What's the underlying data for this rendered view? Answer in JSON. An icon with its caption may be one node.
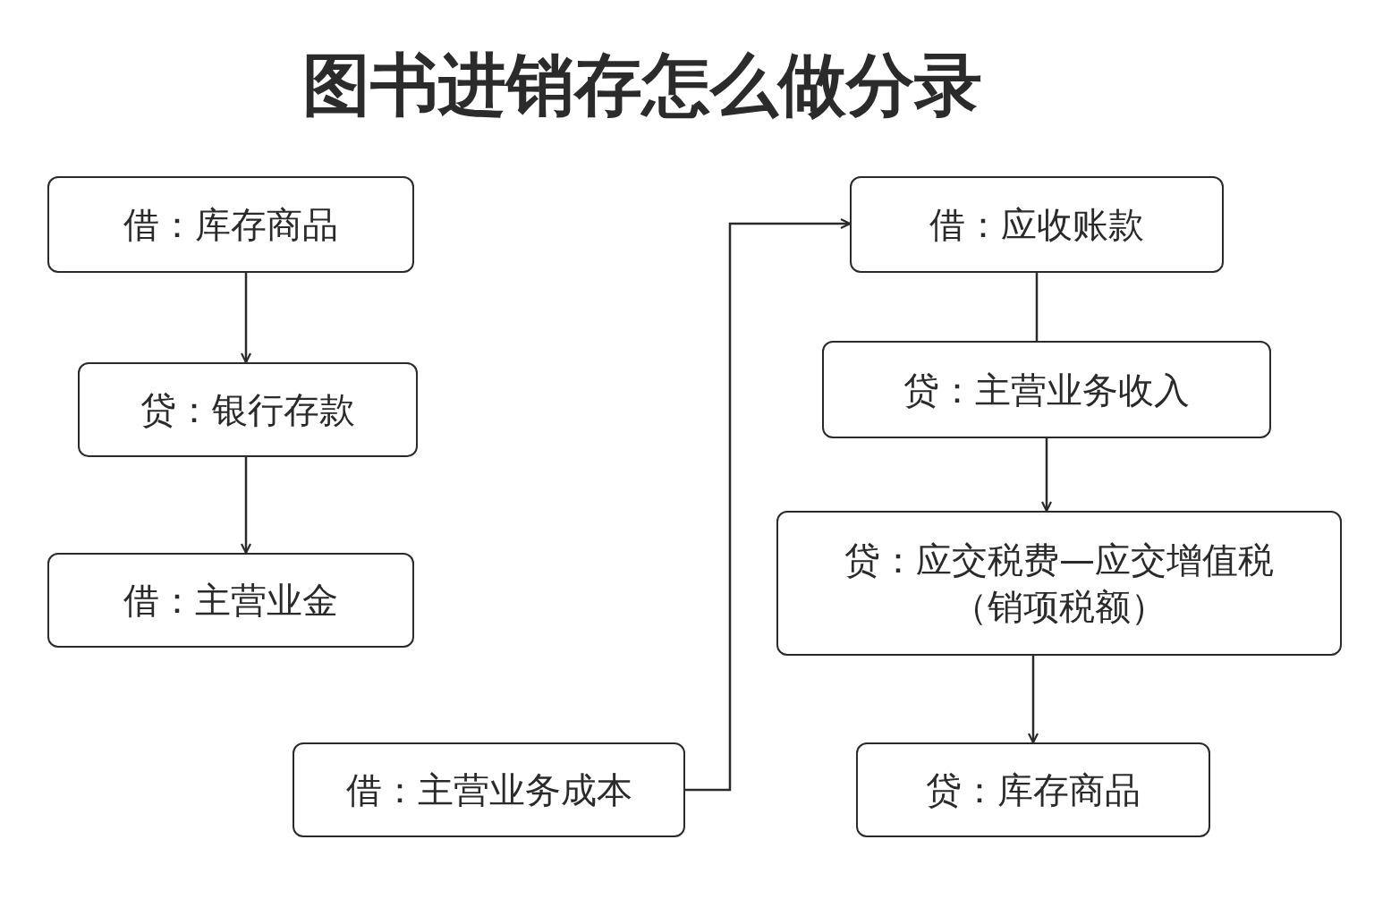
{
  "diagram": {
    "title": "图书进销存怎么做分录",
    "nodes": [
      {
        "text": [
          "借：库存商品"
        ]
      },
      {
        "text": [
          "贷：银行存款"
        ]
      },
      {
        "text": [
          "借：主营业金"
        ]
      },
      {
        "text": [
          "借：应收账款"
        ]
      },
      {
        "text": [
          "贷：主营业务收入"
        ]
      },
      {
        "text": [
          "贷：应交税费—应交增值税（销项税额）"
        ]
      },
      {
        "text": [
          "贷：库存商品"
        ]
      },
      {
        "text": [
          "借：主营业务成本"
        ]
      }
    ],
    "edges": [
      {
        "from": 0,
        "to": 1,
        "arrow": "to"
      },
      {
        "from": 1,
        "to": 2,
        "arrow": "to"
      },
      {
        "from": 7,
        "to": 3,
        "arrow": "to"
      },
      {
        "from": 3,
        "to": 4,
        "arrow": "none"
      },
      {
        "from": 4,
        "to": 5,
        "arrow": "to"
      },
      {
        "from": 5,
        "to": 6,
        "arrow": "to"
      }
    ]
  }
}
